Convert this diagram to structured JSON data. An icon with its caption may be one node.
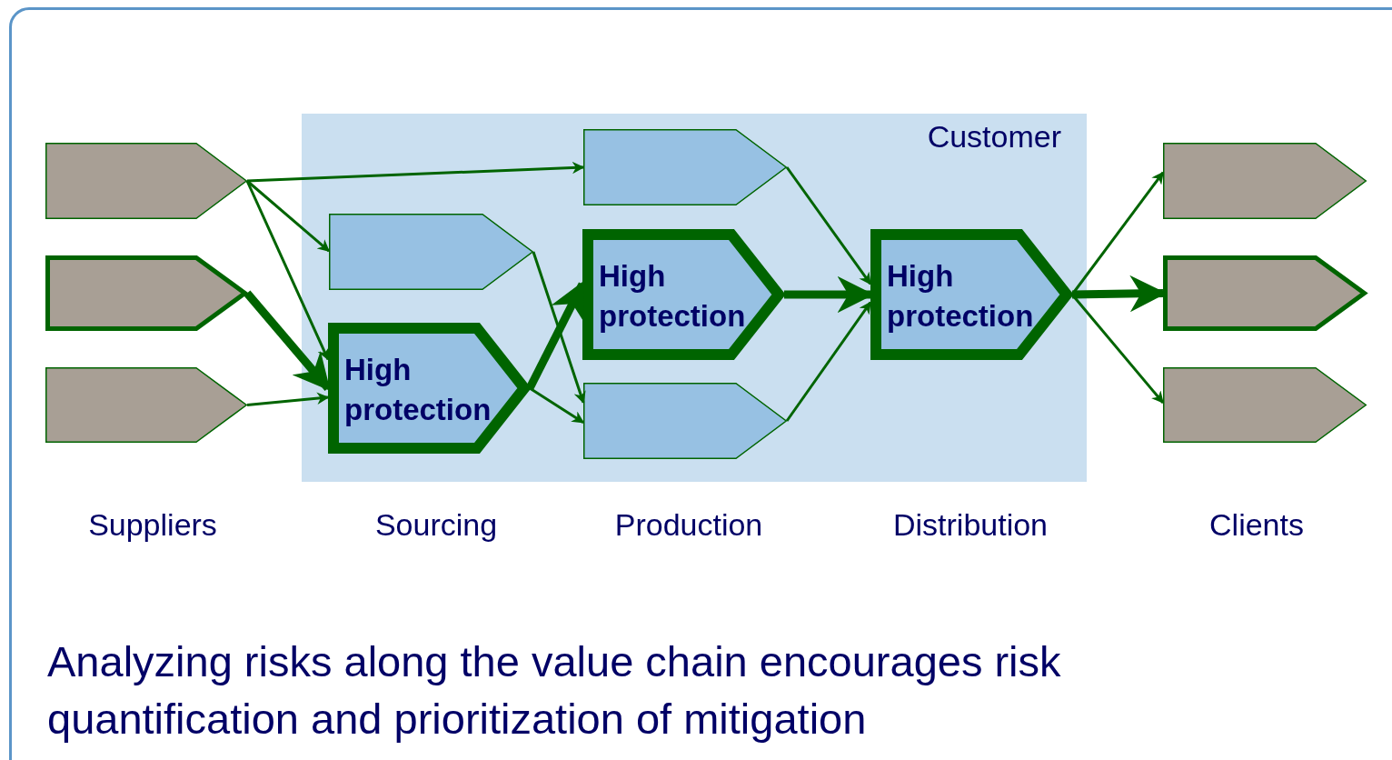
{
  "diagram": {
    "caption": "Analyzing risks along the value chain encourages risk quantification and prioritization of mitigation",
    "nodes": [
      {
        "text": [
          "Customer"
        ]
      },
      {
        "text": [],
        "shape": "chevron"
      },
      {
        "text": [],
        "shape": "chevron"
      },
      {
        "text": [],
        "shape": "chevron"
      },
      {
        "text": [],
        "shape": "chevron",
        "in": 0
      },
      {
        "text": [
          "High protection"
        ],
        "in": 0
      },
      {
        "text": [],
        "shape": "chevron",
        "in": 0
      },
      {
        "text": [
          "High protection"
        ],
        "in": 0
      },
      {
        "text": [],
        "shape": "chevron",
        "in": 0
      },
      {
        "text": [
          "High protection"
        ],
        "in": 0
      },
      {
        "text": [],
        "shape": "chevron"
      },
      {
        "text": [],
        "shape": "chevron"
      },
      {
        "text": [],
        "shape": "chevron"
      }
    ],
    "edges": [
      {
        "from": 1,
        "to": 6,
        "arrow": "to"
      },
      {
        "from": 1,
        "to": 4,
        "arrow": "to"
      },
      {
        "from": 1,
        "to": 5,
        "arrow": "to"
      },
      {
        "from": 2,
        "to": 5,
        "arrow": "to",
        "style": "thick"
      },
      {
        "from": 3,
        "to": 5,
        "arrow": "to"
      },
      {
        "from": 4,
        "to": 8,
        "arrow": "to"
      },
      {
        "from": 5,
        "to": 7,
        "arrow": "to",
        "style": "thick"
      },
      {
        "from": 5,
        "to": 8,
        "arrow": "to"
      },
      {
        "from": 6,
        "to": 9,
        "arrow": "to"
      },
      {
        "from": 7,
        "to": 9,
        "arrow": "to",
        "style": "thick"
      },
      {
        "from": 8,
        "to": 9,
        "arrow": "to"
      },
      {
        "from": 9,
        "to": 10,
        "arrow": "to"
      },
      {
        "from": 9,
        "to": 11,
        "arrow": "to",
        "style": "thick"
      },
      {
        "from": 9,
        "to": 12,
        "arrow": "to"
      }
    ],
    "labels": [
      "Suppliers",
      "Sourcing",
      "Production",
      "Distribution",
      "Clients"
    ]
  }
}
